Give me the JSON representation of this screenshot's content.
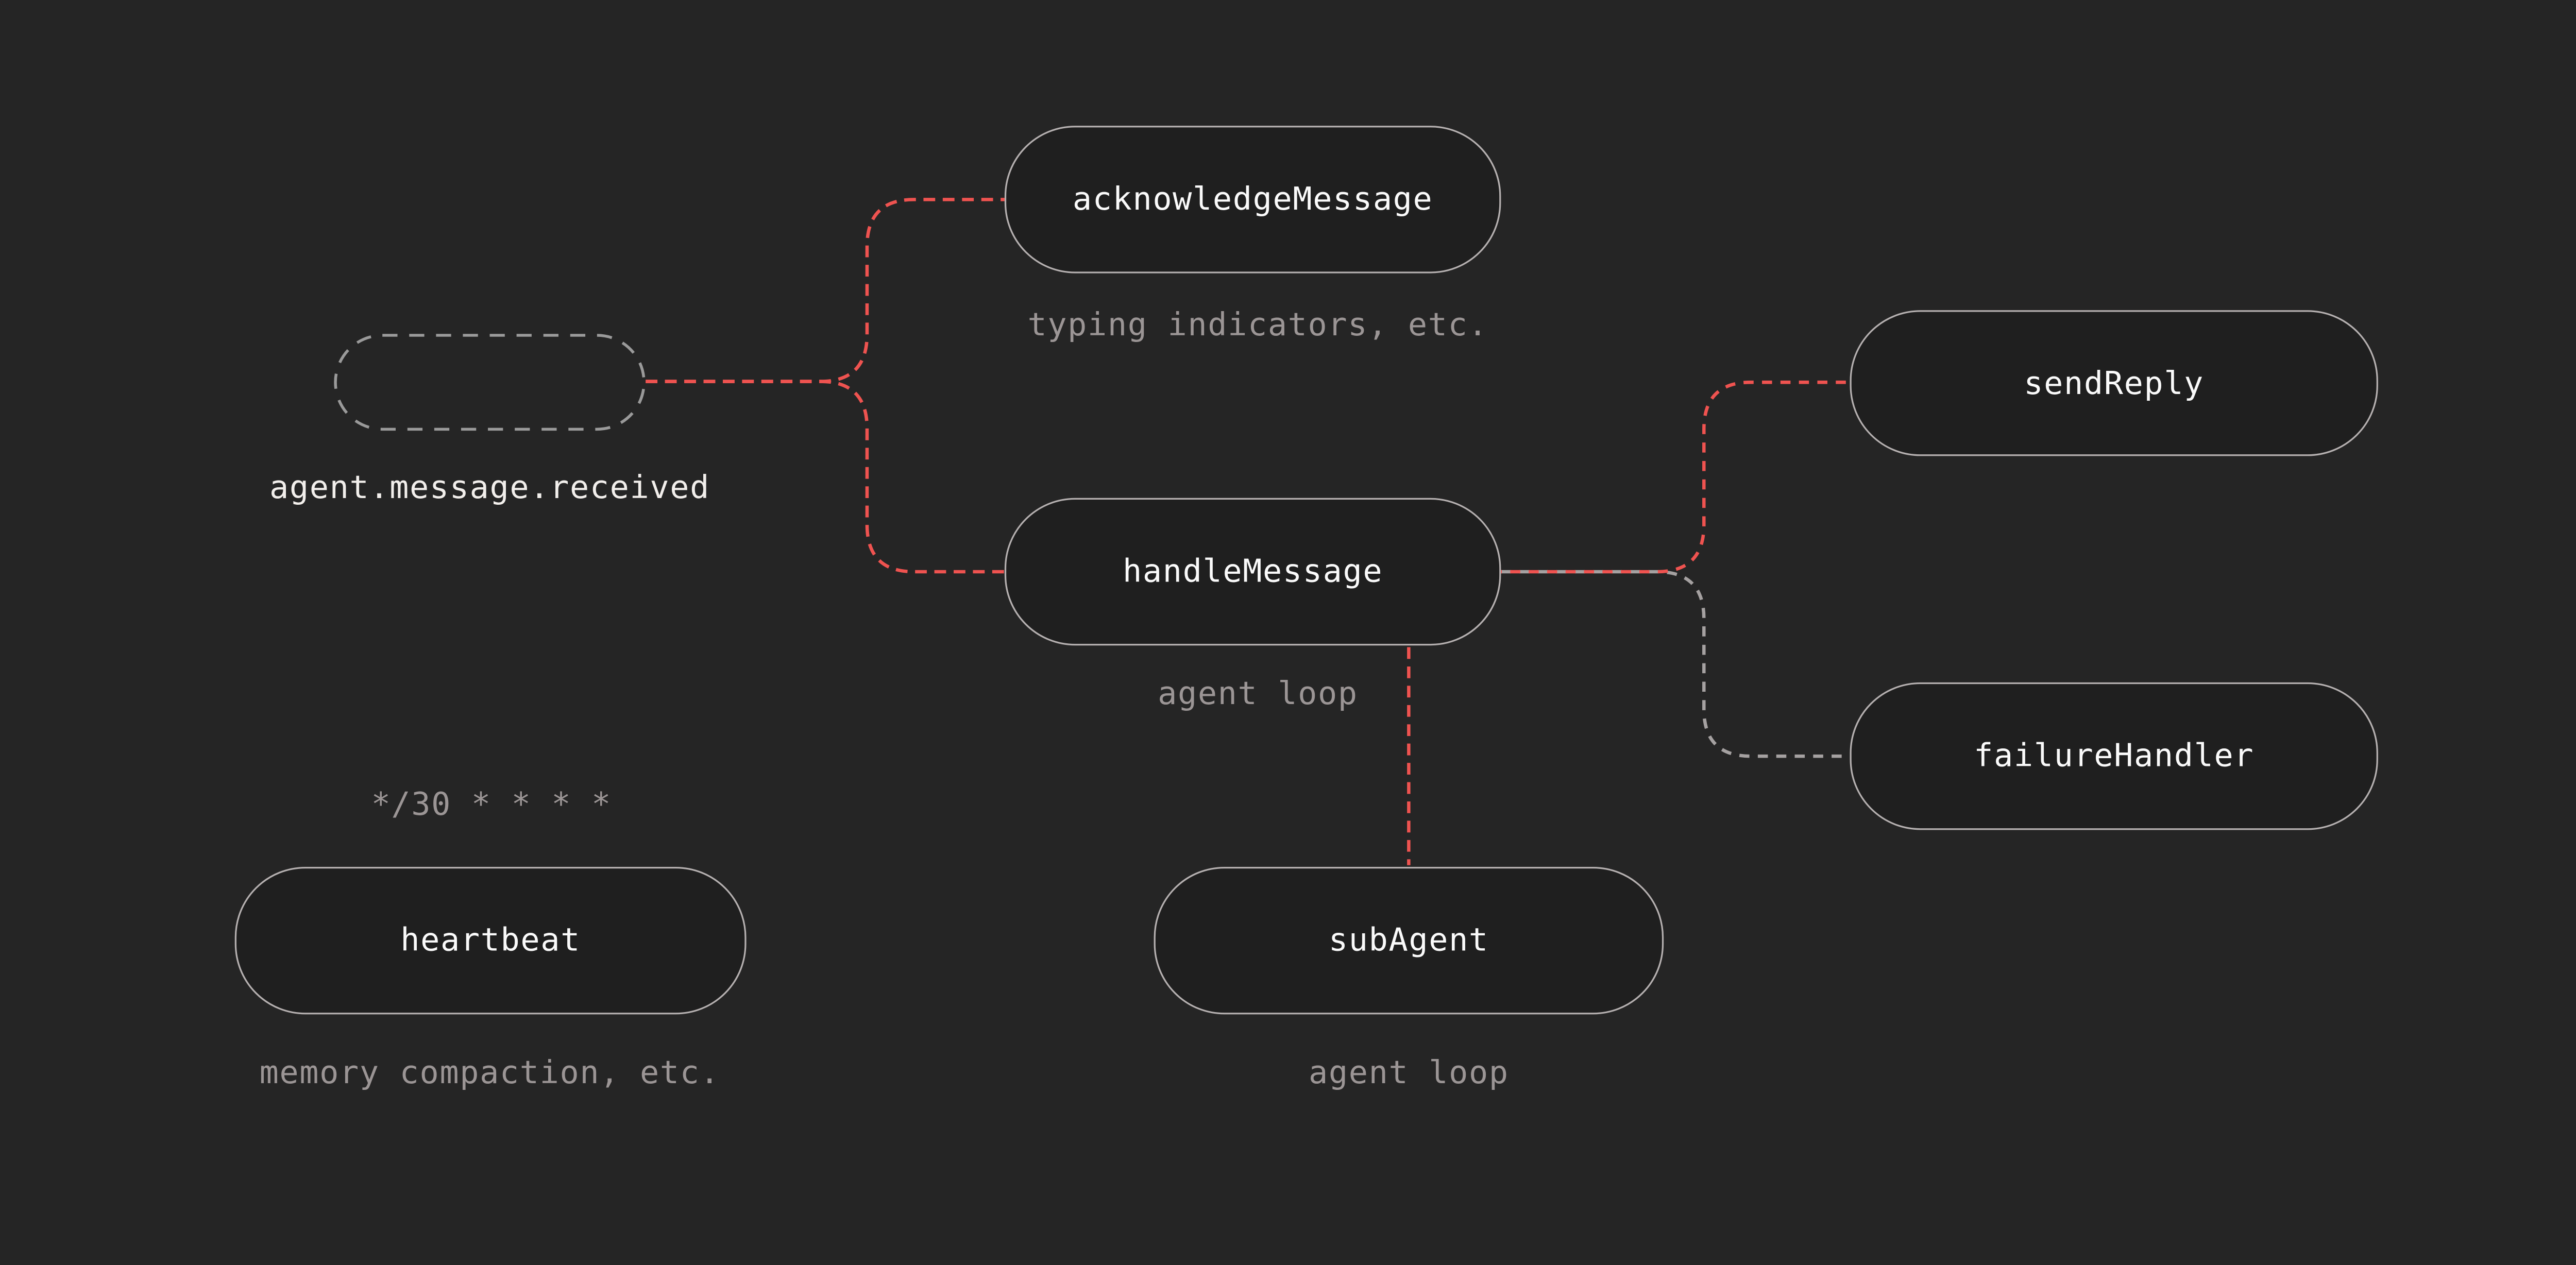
{
  "diagram": {
    "background_color": "#252525",
    "accent_red": "#ef5350",
    "line_gray": "#a5a1a1",
    "node_border_color": "#b5b0b0",
    "node_fill_color": "#1f1f1f",
    "trigger_node": {
      "label_below": "agent.message.received"
    },
    "heartbeat_schedule": "*/30 * * * *",
    "nodes": {
      "acknowledge_message": {
        "label": "acknowledgeMessage",
        "caption": "typing indicators, etc."
      },
      "handle_message": {
        "label": "handleMessage",
        "caption": "agent loop"
      },
      "send_reply": {
        "label": "sendReply"
      },
      "failure_handler": {
        "label": "failureHandler"
      },
      "heartbeat": {
        "label": "heartbeat",
        "caption": "memory compaction, etc."
      },
      "sub_agent": {
        "label": "subAgent",
        "caption": "agent loop"
      }
    }
  }
}
